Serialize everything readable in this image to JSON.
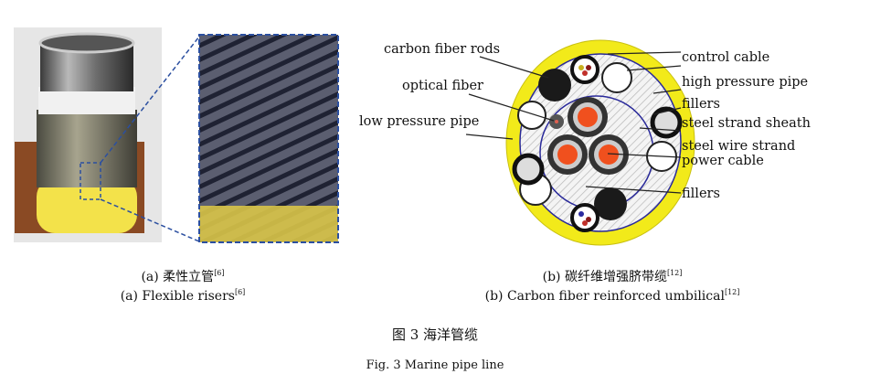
{
  "panel_a": {
    "caption_cn": "(a) 柔性立管",
    "caption_en": "(a) Flexible risers",
    "ref": "[6]"
  },
  "panel_b": {
    "caption_cn": "(b) 碳纤维增强脐带缆",
    "caption_en": "(b) Carbon fiber reinforced umbilical",
    "ref": "[12]",
    "labels": {
      "carbon_fiber_rods": "carbon fiber rods",
      "optical_fiber": "optical fiber",
      "low_pressure_pipe": "low pressure pipe",
      "control_cable": "control cable",
      "high_pressure_pipe": "high pressure pipe",
      "fillers_top": "fillers",
      "steel_strand_sheath": "steel strand sheath",
      "steel_wire_strand": "steel wire strand",
      "power_cable": "power cable",
      "fillers_bottom": "fillers"
    }
  },
  "figure": {
    "title_cn": "图 3  海洋管缆",
    "title_en": "Fig. 3  Marine pipe line"
  },
  "colors": {
    "sheath_yellow": "#f2ea1a",
    "inner_blue": "#2a2a9a",
    "power_core": "#f0501e",
    "riser_yellow": "#f3e24a"
  }
}
